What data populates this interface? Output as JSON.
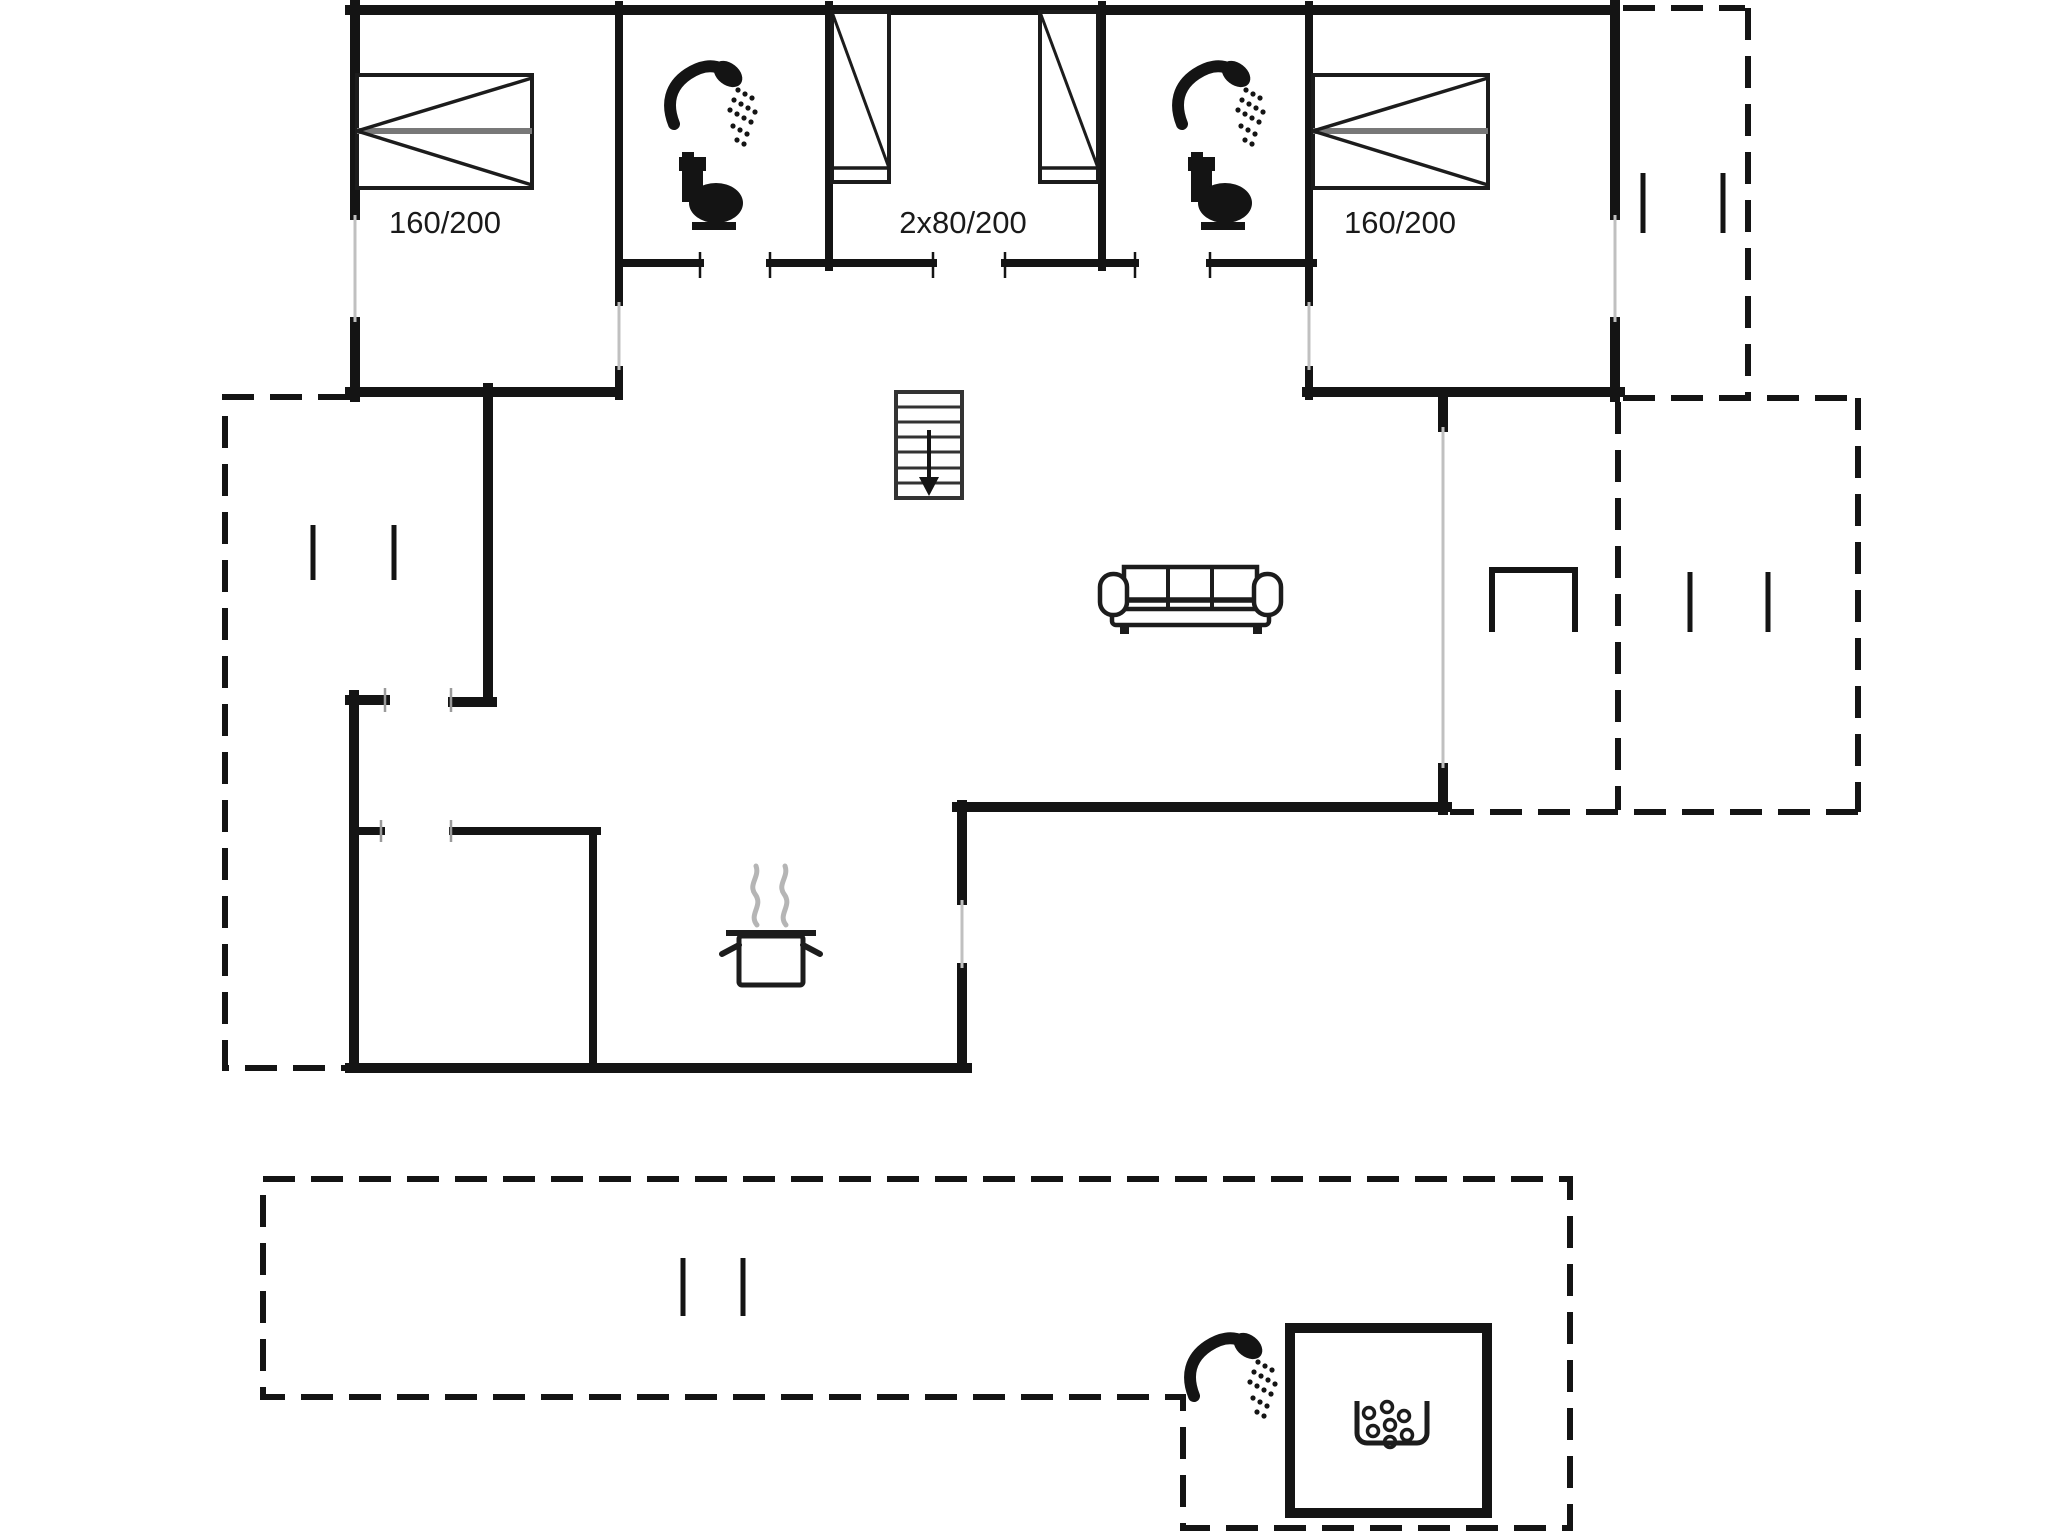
{
  "page": {
    "background": "#ffffff"
  },
  "floor_plan": {
    "kind": "holiday-house floor plan, top-down black line drawing on white",
    "colors": {
      "walls": "#141414",
      "furniture": "#1c1c1c",
      "openings": "#c0c0c0",
      "steam": "#b5b5b5",
      "stairs": "#333333"
    },
    "bed_labels": {
      "bed_left": "160/200",
      "bed_middle": "2x80/200",
      "bed_right": "160/200"
    },
    "symbols": [
      "double-bed",
      "single-bed",
      "shower",
      "toilet",
      "staircase-down",
      "sofa",
      "cooking-pot",
      "garden-table",
      "whirlpool-tub",
      "dashed-terrace-outline"
    ]
  }
}
